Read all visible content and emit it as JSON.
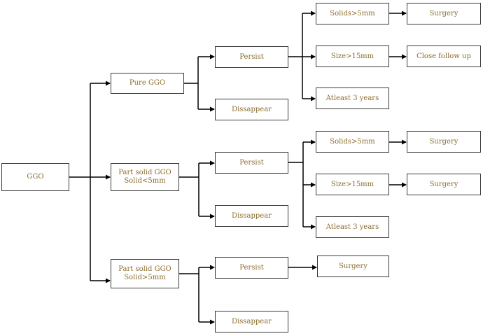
{
  "colors": {
    "text": "#8a6d2f",
    "border": "#3a3a3a",
    "line": "#000000"
  },
  "nodes": {
    "ggo": {
      "label": "GGO"
    },
    "pure_ggo": {
      "label": "Pure GGO"
    },
    "part_solid_lt5": {
      "label": "Part  solid GGO\nSolid<5mm"
    },
    "part_solid_gt5": {
      "label": "Part  solid GGO\nSolid>5mm"
    },
    "b1_persist": {
      "label": "Persist"
    },
    "b1_disappear": {
      "label": "Dissappear"
    },
    "b2_persist": {
      "label": "Persist"
    },
    "b2_disappear": {
      "label": "Dissappear"
    },
    "b3_persist": {
      "label": "Persist"
    },
    "b3_disappear": {
      "label": "Dissappear"
    },
    "b1_solids": {
      "label": "Solids>5mm"
    },
    "b1_size": {
      "label": "Size>15mm"
    },
    "b1_atleast": {
      "label": "Atleast 3 years"
    },
    "b1_surgery": {
      "label": "Surgery"
    },
    "b1_close": {
      "label": "Close follow up"
    },
    "b2_solids": {
      "label": "Solids>5mm"
    },
    "b2_size": {
      "label": "Size>15mm"
    },
    "b2_atleast": {
      "label": "Atleast  3 years"
    },
    "b2_surgery1": {
      "label": "Surgery"
    },
    "b2_surgery2": {
      "label": "Surgery"
    },
    "b3_surgery": {
      "label": "Surgery"
    }
  }
}
